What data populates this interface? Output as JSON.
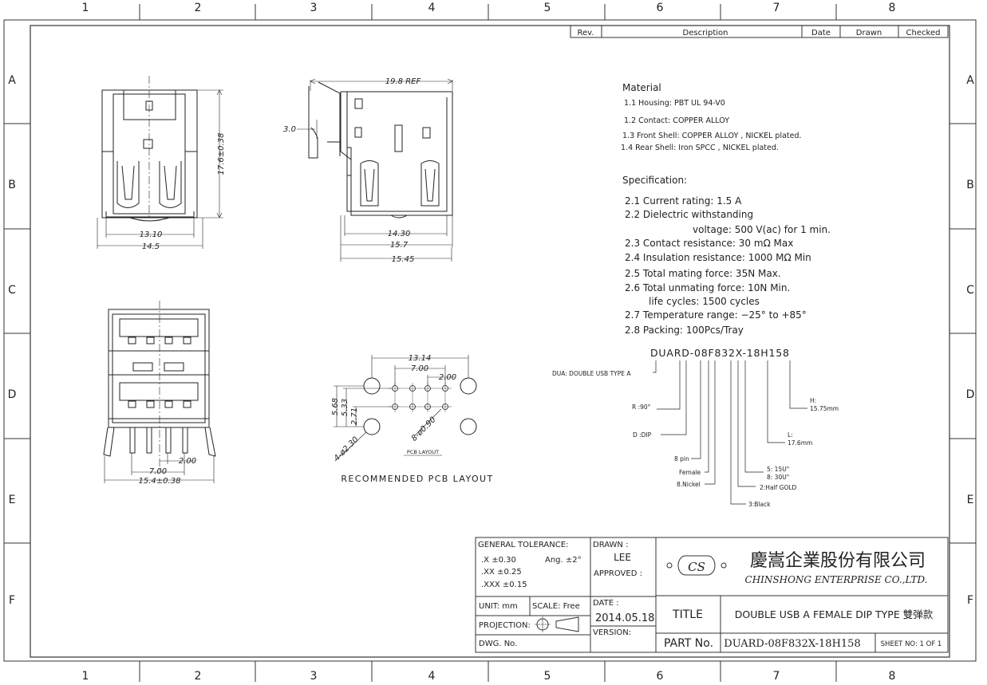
{
  "zones": {
    "columns": [
      "1",
      "2",
      "3",
      "4",
      "5",
      "6",
      "7",
      "8"
    ],
    "rows": [
      "A",
      "B",
      "C",
      "D",
      "E",
      "F"
    ]
  },
  "revision_table": {
    "headers": [
      "Rev.",
      "Description",
      "Date",
      "Drawn",
      "Checked"
    ]
  },
  "front_view": {
    "dims": {
      "width_inner": "13.10",
      "width_outer": "14.5",
      "height": "17.6±0.38"
    }
  },
  "side_view": {
    "dims": {
      "ref": "19.8 REF",
      "pin_height": "3.0",
      "d1": "14.30",
      "d2": "15.7",
      "d3": "15.45"
    }
  },
  "bottom_view": {
    "dims": {
      "pitch_small": "2.00",
      "pitch_large": "7.00",
      "width": "15.4±0.38"
    }
  },
  "pcb_layout": {
    "dims": {
      "w": "13.14",
      "p1": "7.00",
      "p2": "2.00",
      "v1": "5.68",
      "v2": "5.33",
      "v3": "2.71",
      "hole_small": "8-ø0.90",
      "hole_large": "4-ø2.30"
    },
    "small_label": "PCB LAYOUT",
    "caption": "RECOMMENDED PCB LAYOUT"
  },
  "material": {
    "title": "Material",
    "lines": [
      "1.1 Housing:  PBT UL 94-V0",
      "1.2 Contact:    COPPER ALLOY",
      "1.3 Front Shell:    COPPER ALLOY , NICKEL   plated.",
      "1.4 Rear Shell:   Iron SPCC , NICKEL   plated."
    ]
  },
  "specification": {
    "title": "Specification:",
    "lines": [
      "2.1  Current rating: 1.5 A",
      "2.2  Dielectric withstanding",
      "voltage: 500 V(ac) for 1 min.",
      "2.3  Contact resistance: 30 mΩ Max",
      "2.4  Insulation resistance: 1000 MΩ Min",
      "2.5  Total mating force: 35N Max.",
      "2.6  Total unmating force: 10N Min.",
      "life cycles: 1500 cycles",
      "2.7  Temperature range: −25° to +85°",
      "2.8  Packing: 100Pcs/Tray"
    ]
  },
  "part_code": {
    "code": "DUARD-08F832X-18H158",
    "labels": {
      "dua": "DUA: DOUBLE USB TYPE A",
      "r": "R :90°",
      "d": "D :DIP",
      "pin": "8 pin",
      "female": "Female",
      "nickel": "8.Nickel",
      "black": "3:Black",
      "gold": "2:Half GOLD",
      "plating": [
        "5: 15U\"",
        "8: 30U\""
      ],
      "l": [
        "L:",
        "17.6mm"
      ],
      "h": [
        "H:",
        "15.75mm"
      ]
    }
  },
  "title_block": {
    "tolerance_title": "GENERAL TOLERANCE:",
    "tol_x": ".X  ±0.30",
    "tol_xx": ".XX ±0.25",
    "tol_xxx": ".XXX ±0.15",
    "angle": "Ang.  ±2°",
    "drawn_label": "DRAWN :",
    "drawn": "LEE",
    "approved_label": "APPROVED :",
    "logo": "CS",
    "company_cn": "慶嵩企業股份有限公司",
    "company_en": "CHINSHONG ENTERPRISE CO.,LTD.",
    "unit": "UNIT:  mm",
    "scale": "SCALE:  Free",
    "projection": "PROJECTION:",
    "date_label": "DATE :",
    "date": "2014.05.18",
    "version_label": "VERSION:",
    "dwg_no": "DWG. No.",
    "title_label": "TITLE",
    "title": "DOUBLE USB A FEMALE DIP TYPE 雙弹款",
    "part_no_label": "PART No.",
    "part_no": "DUARD-08F832X-18H158",
    "sheet": "SHEET  NO:  1 OF 1"
  }
}
